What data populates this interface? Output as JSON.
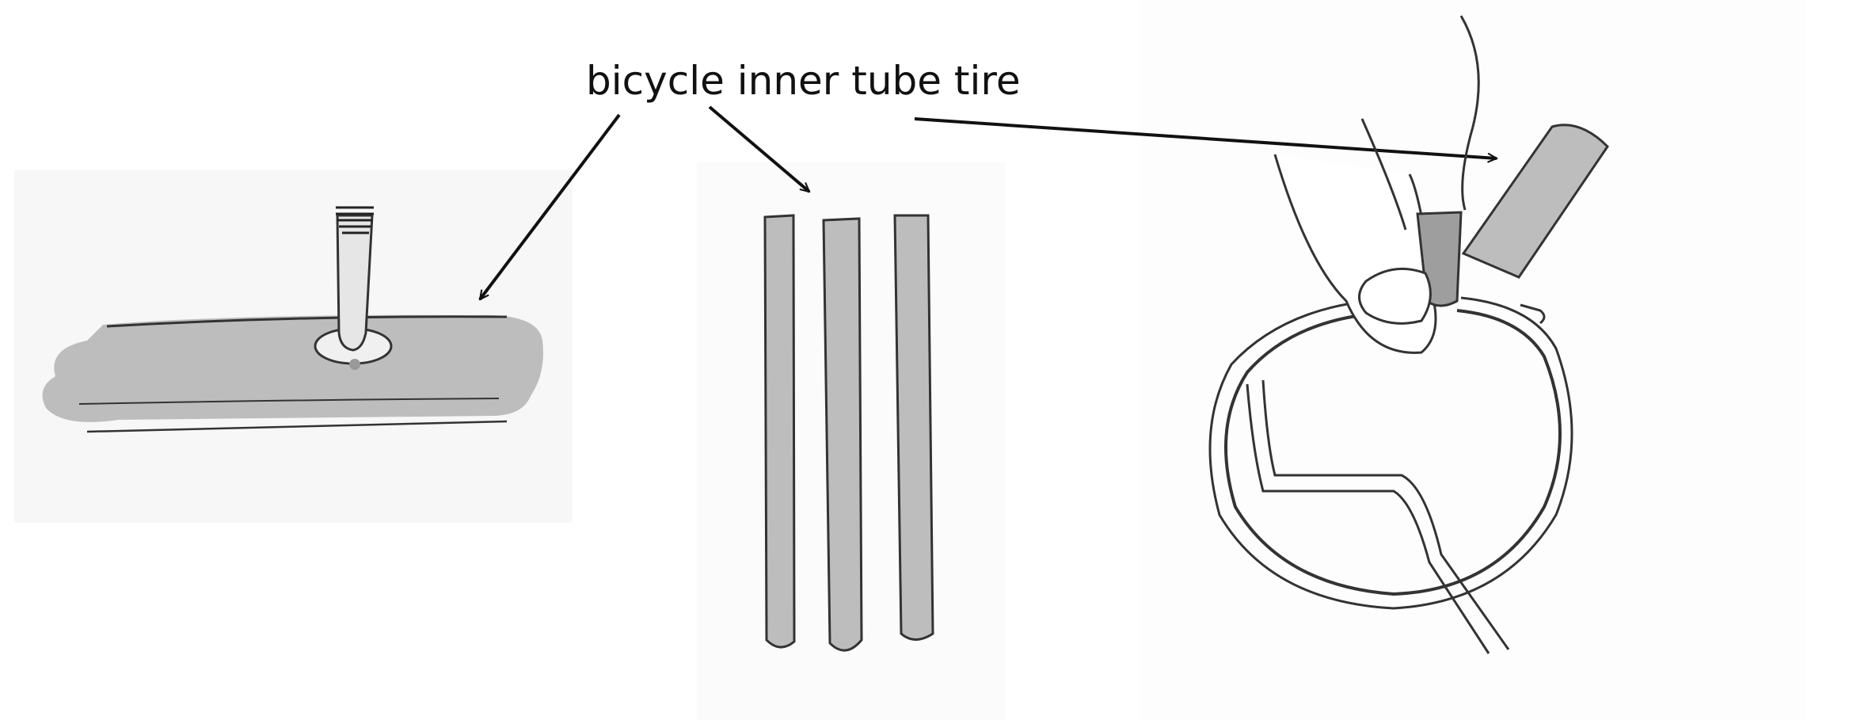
{
  "diagram": {
    "label_text": "bicycle inner tube tire",
    "colors": {
      "tube_fill": "#bdbdbd",
      "ink": "#222222",
      "paper": "#ffffff"
    },
    "illustrations": [
      {
        "id": "inflated-tube-with-valve",
        "icon": "inner-tube-valve-icon"
      },
      {
        "id": "tube-cut-into-strips",
        "icon": "rubber-strips-icon"
      },
      {
        "id": "strip-wrapped-on-wire-loop",
        "icon": "hand-wrapping-wire-icon"
      }
    ]
  }
}
